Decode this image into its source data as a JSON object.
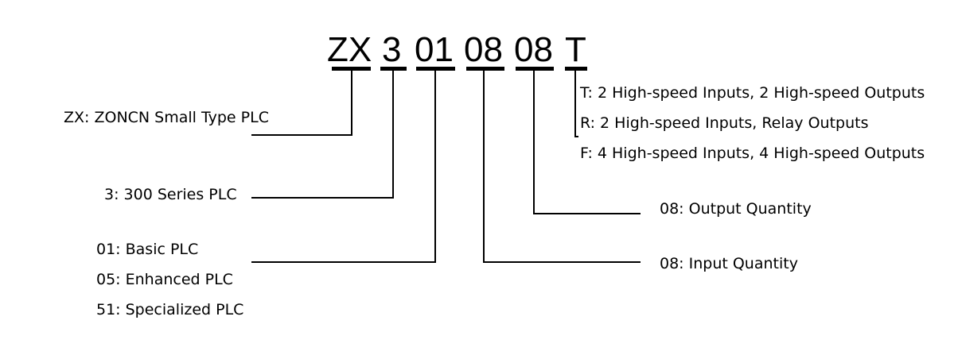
{
  "code_segments": [
    {
      "text": "ZX"
    },
    {
      "text": "3"
    },
    {
      "text": "01"
    },
    {
      "text": "08"
    },
    {
      "text": "08"
    },
    {
      "text": "T"
    }
  ],
  "labels": {
    "zx": "ZX: ZONCN Small Type PLC",
    "series": "3: 300 Series PLC",
    "type": [
      "01: Basic PLC",
      "05: Enhanced PLC",
      "51: Specialized PLC"
    ],
    "input": "08: Input Quantity",
    "output": "08: Output Quantity",
    "io_type": [
      "T: 2 High-speed Inputs, 2 High-speed Outputs",
      "R: 2 High-speed Inputs, Relay Outputs",
      "F: 4 High-speed Inputs, 4 High-speed Outputs"
    ]
  }
}
